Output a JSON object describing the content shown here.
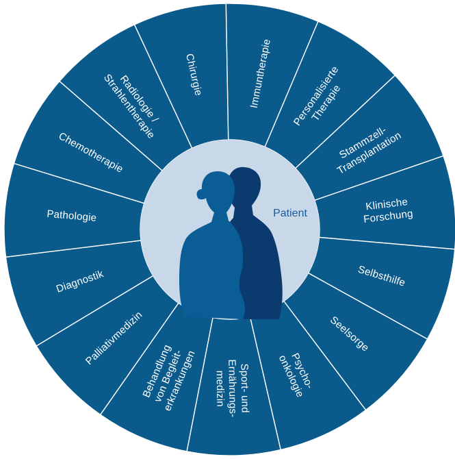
{
  "center": {
    "label": "Patient"
  },
  "colors": {
    "segment": "#0a5a8c",
    "divider": "#ffffff",
    "center_disc": "#c9d8e8",
    "figure_front": "#0b5d96",
    "figure_back": "#0a3a6e",
    "center_label": "#1a5d9a"
  },
  "segments": [
    {
      "lines": [
        "Immuntherapie"
      ]
    },
    {
      "lines": [
        "Personalisierte",
        "Therapie"
      ]
    },
    {
      "lines": [
        "Stammzell-",
        "Transplantation"
      ]
    },
    {
      "lines": [
        "Klinische",
        "Forschung"
      ]
    },
    {
      "lines": [
        "Selbsthilfe"
      ]
    },
    {
      "lines": [
        "Seelsorge"
      ]
    },
    {
      "lines": [
        "Psycho-",
        "onkologie"
      ]
    },
    {
      "lines": [
        "Sport- und",
        "Ernährungs-",
        "medizin"
      ]
    },
    {
      "lines": [
        "Behandlung",
        "von Begleit-",
        "erkrankungen"
      ]
    },
    {
      "lines": [
        "Palliativmedizin"
      ]
    },
    {
      "lines": [
        "Diagnostik"
      ]
    },
    {
      "lines": [
        "Pathologie"
      ]
    },
    {
      "lines": [
        "Chemotherapie"
      ]
    },
    {
      "lines": [
        "Radiologie /",
        "Strahlentherapie"
      ]
    },
    {
      "lines": [
        "Chirurgie"
      ]
    }
  ]
}
